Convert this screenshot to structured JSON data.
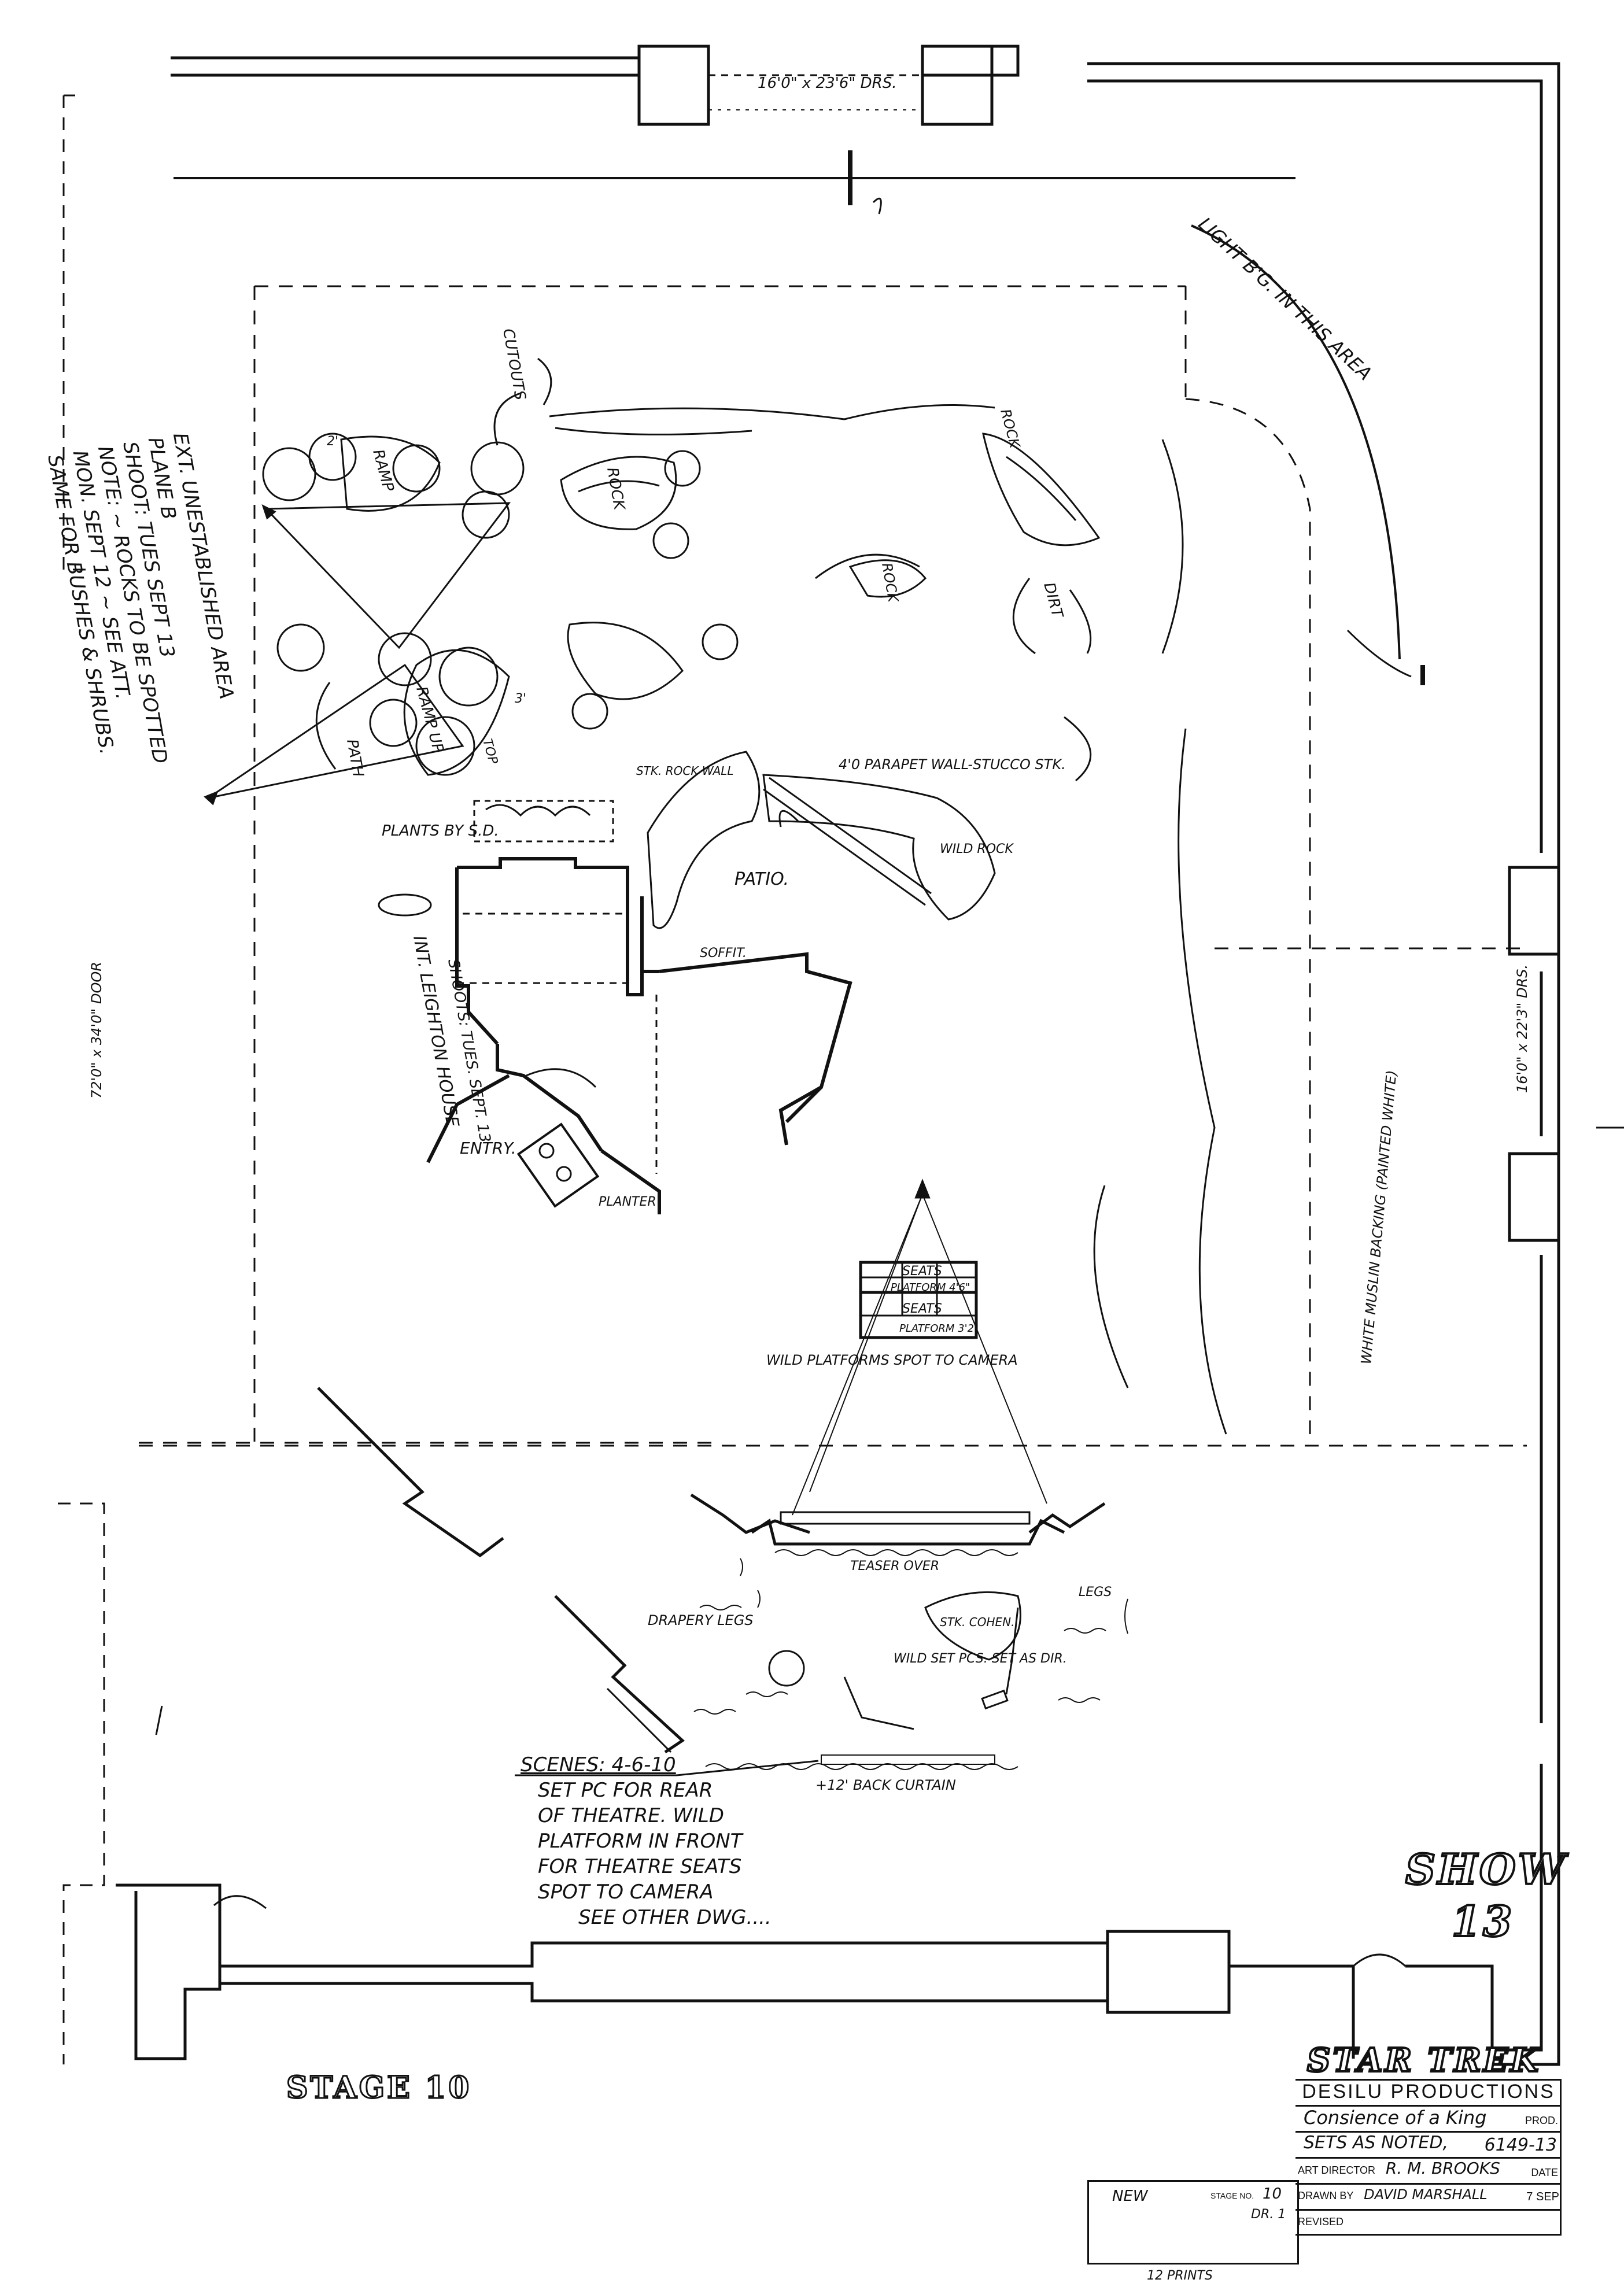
{
  "stage_label": "STAGE 10",
  "show_label": [
    "SHOW",
    "13"
  ],
  "door_top": "16'0\" x 23'6\" DRS.",
  "door_right": "16'0\" x 22'3\" DRS.",
  "door_left": "72'0\" x 34'0\" DOOR",
  "labels": {
    "light_bg": "LIGHT B'G. IN THIS AREA",
    "cutouts": "CUTOUTS",
    "rock1": "ROCK",
    "rock2": "ROCK",
    "rock3": "ROCK",
    "dirt": "DIRT",
    "ramp1": "RAMP",
    "ramp2": "RAMP UP",
    "path": "PATH",
    "top": "TOP",
    "dim_2": "2'",
    "dim_3": "3'",
    "stk_rock_wall": "STK. ROCK WALL",
    "parapet": "4'0 PARAPET WALL-STUCCO STK.",
    "wild_rock": "WILD ROCK",
    "patio": "PATIO.",
    "plants": "PLANTS BY S.D.",
    "soffit": "SOFFIT.",
    "int_house": "INT. LEIGHTON HOUSE",
    "int_shoots": "SHOOTS: TUES. SEPT. 13",
    "entry": "ENTRY.",
    "planter": "PLANTER",
    "seats1": "SEATS",
    "platform1": "PLATFORM 4'6\"",
    "seats2": "SEATS",
    "platform2": "PLATFORM 3'2\"",
    "wild_platforms": "WILD PLATFORMS SPOT TO CAMERA",
    "teaser": "TEASER OVER",
    "drapery": "DRAPERY LEGS",
    "legs": "LEGS",
    "stk_cohen": "STK. COHEN.",
    "wild_set": "WILD SET PCS. SET AS DIR.",
    "back_curtain": "+12' BACK CURTAIN",
    "white_muslin": "WHITE MUSLIN BACKING (PAINTED WHITE)"
  },
  "ext_notes": [
    "EXT. UNESTABLISHED AREA",
    "PLANE B",
    "SHOOT: TUES SEPT 13",
    "NOTE: ~ ROCKS TO BE SPOTTED",
    "MON. SEPT 12 ~ SEE ATT.",
    "SAME FOR BUSHES & SHRUBS."
  ],
  "scenes_title": "SCENES: 4-6-10",
  "scenes_notes": [
    "SET PC FOR REAR",
    "OF THEATRE. WILD",
    "PLATFORM IN FRONT",
    "FOR THEATRE SEATS",
    "SPOT TO CAMERA",
    "SEE OTHER DWG...."
  ],
  "title_block": {
    "show_logo": "STAR TREK",
    "company": "DESILU PRODUCTIONS",
    "episode": "Consience of a King",
    "prod_label": "PROD.",
    "prod_no": "6149-13",
    "scale": "SETS AS NOTED,",
    "art_director_label": "ART DIRECTOR",
    "art_director": "R. M. BROOKS",
    "date_label": "DATE",
    "drawn_label": "DRAWN BY",
    "drawn_by": "DAVID MARSHALL",
    "drawn_date": "7 SEP",
    "revised_label": "REVISED"
  },
  "revision_block": {
    "new_label": "NEW",
    "stage_no_label": "STAGE NO.",
    "stage_no": "10",
    "dr": "DR. 1",
    "prints": "12 PRINTS"
  }
}
